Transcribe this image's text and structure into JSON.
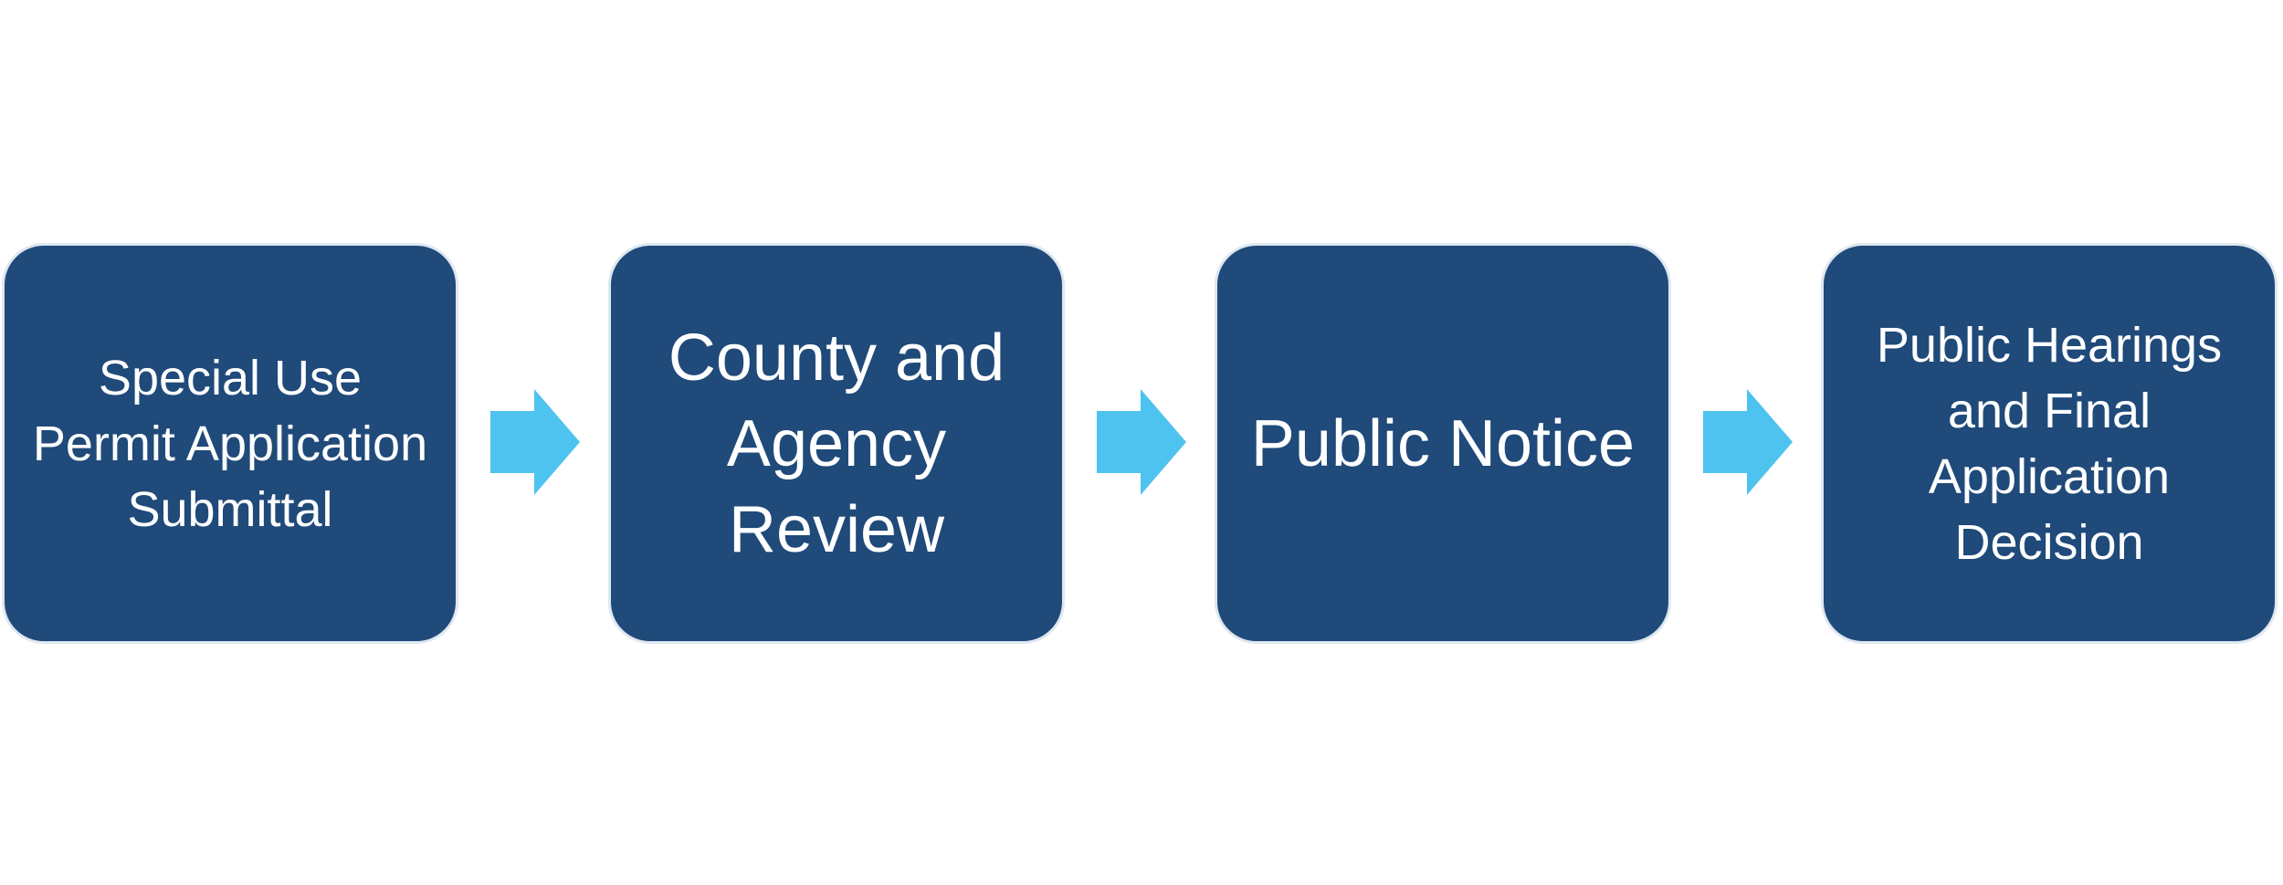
{
  "diagram": {
    "type": "process-flow",
    "colors": {
      "box_fill": "#1f4a7a",
      "box_border": "#dfe7f0",
      "text": "#ffffff",
      "arrow": "#4fc3ef"
    },
    "steps": [
      {
        "label": "Special Use Permit Application Submittal"
      },
      {
        "label": "County and Agency Review"
      },
      {
        "label": "Public Notice"
      },
      {
        "label": "Public Hearings and Final Application Decision"
      }
    ],
    "connectors": [
      {
        "icon": "right-arrow-icon"
      },
      {
        "icon": "right-arrow-icon"
      },
      {
        "icon": "right-arrow-icon"
      }
    ]
  }
}
